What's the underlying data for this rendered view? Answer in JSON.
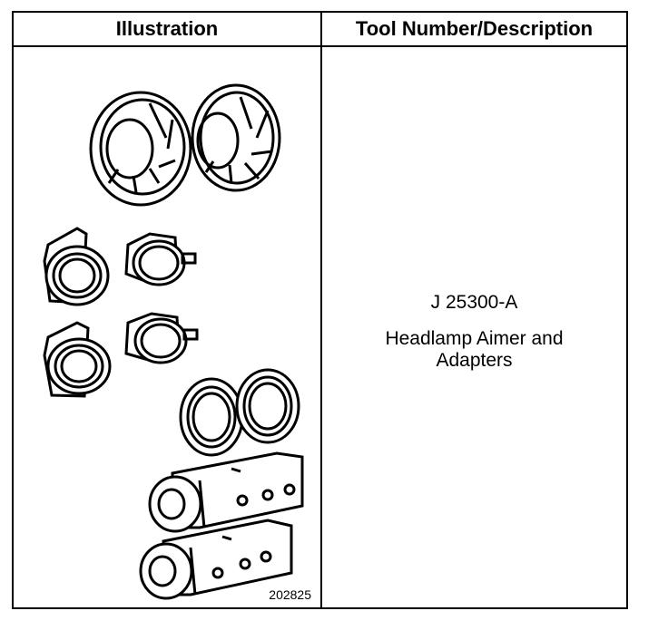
{
  "table": {
    "headers": {
      "illustration": "Illustration",
      "description": "Tool Number/Description"
    },
    "rows": [
      {
        "figure_number": "202825",
        "tool_number": "J 25300-A",
        "description_lines": [
          "Headlamp Aimer and",
          "Adapters"
        ]
      }
    ]
  },
  "icons": {
    "round_adapters": "round-headlamp-adapter-icon",
    "square_adapters": "square-headlamp-adapter-icon",
    "ring_adapters": "ring-adapter-icon",
    "aimer_units": "headlamp-aimer-icon"
  }
}
